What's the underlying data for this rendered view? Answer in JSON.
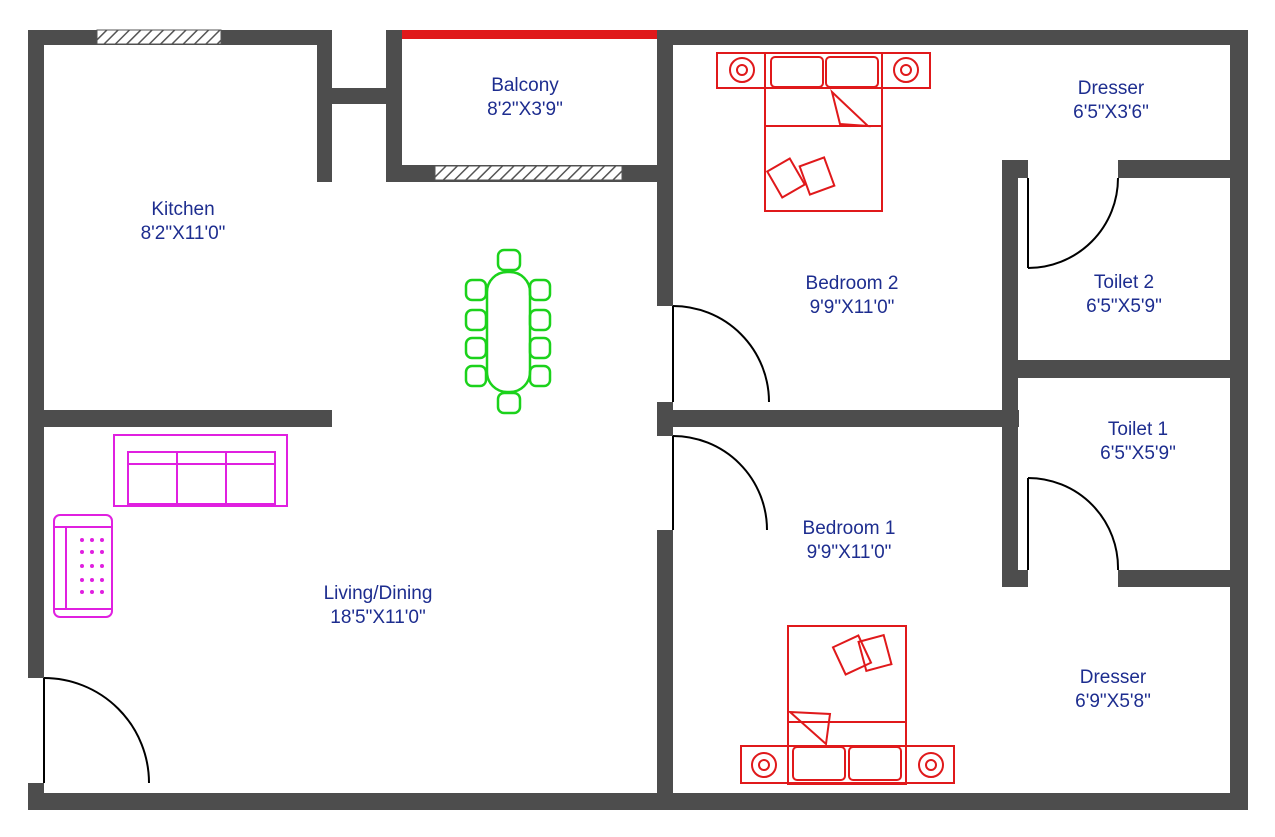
{
  "rooms": {
    "balcony": {
      "name": "Balcony",
      "size": "8'2\"X3'9\""
    },
    "kitchen": {
      "name": "Kitchen",
      "size": "8'2\"X11'0\""
    },
    "dresser_top": {
      "name": "Dresser",
      "size": "6'5\"X3'6\""
    },
    "bedroom2": {
      "name": "Bedroom 2",
      "size": "9'9\"X11'0\""
    },
    "toilet2": {
      "name": "Toilet 2",
      "size": "6'5\"X5'9\""
    },
    "toilet1": {
      "name": "Toilet 1",
      "size": "6'5\"X5'9\""
    },
    "bedroom1": {
      "name": "Bedroom 1",
      "size": "9'9\"X11'0\""
    },
    "living": {
      "name": "Living/Dining",
      "size": "18'5\"X11'0\""
    },
    "dresser_bottom": {
      "name": "Dresser",
      "size": "6'9\"X5'8\""
    }
  },
  "colors": {
    "wall": "#4d4d4d",
    "label": "#1d2d8f",
    "bed": "#e0191b",
    "dining": "#1bd21b",
    "sofa": "#e020e0",
    "door": "#000000",
    "balcony_railing": "#e0191b"
  }
}
